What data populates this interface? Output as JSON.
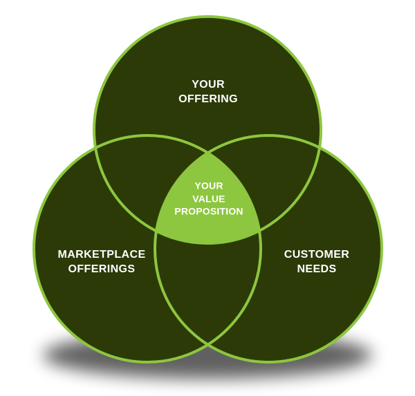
{
  "diagram": {
    "type": "venn",
    "circles": [
      {
        "id": "your-offering",
        "label": "YOUR\nOFFERING"
      },
      {
        "id": "marketplace-offerings",
        "label": "MARKETPLACE\nOFFERINGS"
      },
      {
        "id": "customer-needs",
        "label": "CUSTOMER\nNEEDS"
      }
    ],
    "center": {
      "label": "YOUR\nVALUE\nPROPOSITION"
    },
    "colors": {
      "circle_fill": "#2c3a08",
      "circle_border": "#8dc63f",
      "center_fill": "#8dc63f",
      "label_color": "#ffffff",
      "background": "#ffffff",
      "shadow": "#000000"
    }
  }
}
